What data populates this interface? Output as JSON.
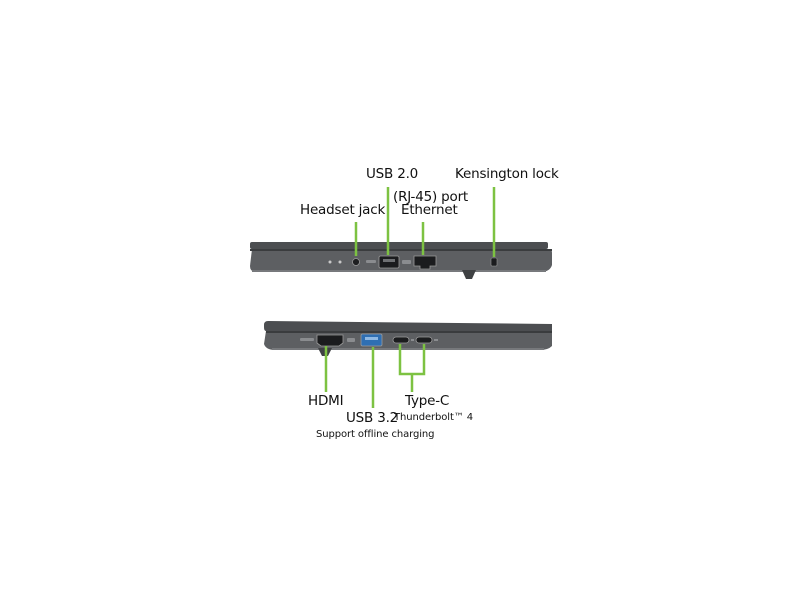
{
  "top_view": {
    "labels": {
      "usb2": "USB 2.0",
      "kensington": "Kensington lock",
      "rj45": "(RJ-45) port",
      "headset": "Headset jack",
      "ethernet": "Ethernet"
    }
  },
  "bottom_view": {
    "labels": {
      "hdmi": "HDMI",
      "typec": "Type-C",
      "usb32": "USB 3.2",
      "thunderbolt": "Thunderbolt™ 4",
      "offline_charging": "Support offline charging"
    }
  },
  "colors": {
    "callout_line": "#7dc242",
    "laptop_body": "#5b5d60",
    "laptop_edge": "#3f4143",
    "usb32_port_accent": "#2f6fb3"
  }
}
